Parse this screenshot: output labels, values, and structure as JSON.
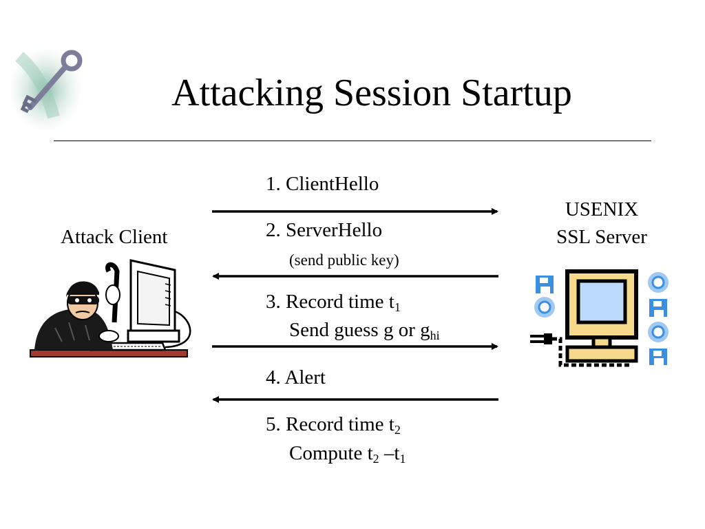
{
  "slide": {
    "title": "Attacking Session Startup"
  },
  "client": {
    "label": "Attack Client"
  },
  "server": {
    "line1": "USENIX",
    "line2": "SSL Server"
  },
  "steps": {
    "s1": "1. ClientHello",
    "s2": "2. ServerHello",
    "s2_note": "(send public key)",
    "s3_line1": "3. Record time t",
    "s3_line1_sub": "1",
    "s3_line2": "Send guess g or g",
    "s3_line2_sub": "hi",
    "s4": "4. Alert",
    "s5_line1": "5. Record time t",
    "s5_line1_sub": "2",
    "s5_line2_a": "Compute t",
    "s5_line2_sub_a": "2",
    "s5_line2_b": " –t",
    "s5_line2_sub_b": "1"
  },
  "icons": {
    "logo": "key-icon",
    "client": "hacker-at-computer-icon",
    "server": "server-computer-icon"
  },
  "colors": {
    "server_frame": "#000000",
    "server_fill": "#f6d98a",
    "server_screen": "#bcd9ff",
    "server_badge": "#3b8fe0",
    "desk": "#a23a2c"
  }
}
